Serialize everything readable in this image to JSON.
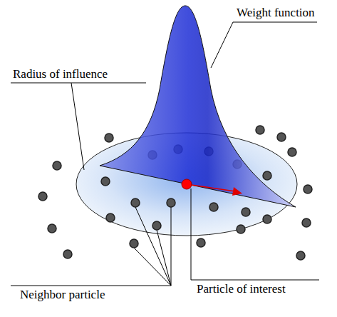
{
  "diagram": {
    "labels": [
      "Weight function",
      "Radius of influence",
      "Particle of interest",
      "Neighbor particle"
    ]
  }
}
